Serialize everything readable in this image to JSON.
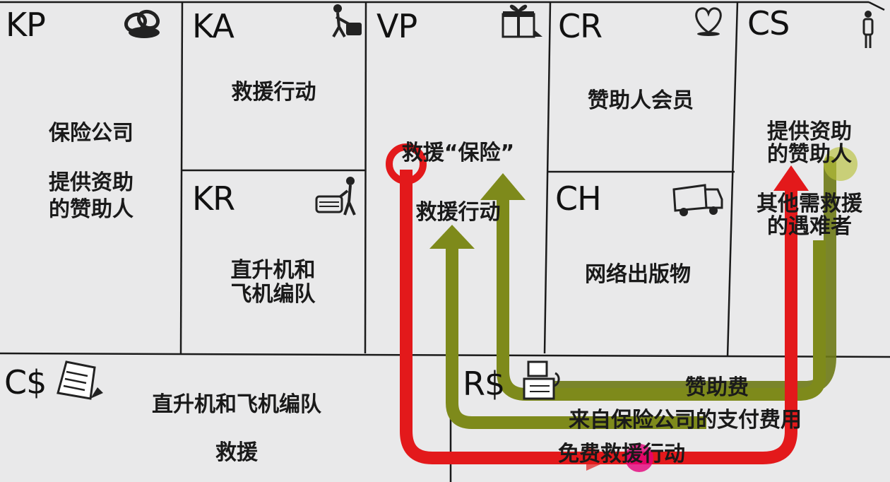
{
  "canvas": {
    "cells": {
      "kp": {
        "abbr": "KP",
        "line1": "保险公司",
        "line2": "提供资助",
        "line3": "的赞助人"
      },
      "ka": {
        "abbr": "KA",
        "text": "救援行动"
      },
      "kr": {
        "abbr": "KR",
        "line1": "直升机和",
        "line2": "飞机编队"
      },
      "vp": {
        "abbr": "VP",
        "line1": "救援“保险”",
        "line2": "救援行动"
      },
      "cr": {
        "abbr": "CR",
        "text": "赞助人会员"
      },
      "ch": {
        "abbr": "CH",
        "text": "网络出版物"
      },
      "cs": {
        "abbr": "CS",
        "line1": "提供资助",
        "line2": "的赞助人",
        "line3": "其他需救援",
        "line4": "的遇难者"
      },
      "cost": {
        "abbr": "C$",
        "line1": "直升机和飞机编队",
        "line2": "救援"
      },
      "revenue": {
        "abbr": "R$",
        "line1": "赞助费",
        "line2": "来自保险公司的支付费用",
        "line3": "免费救援行动"
      }
    }
  },
  "colors": {
    "grid": "#1a1a1a",
    "background": "#e9e9ea",
    "red_flow": "#e3191b",
    "green_flow": "#7e8a1b",
    "magenta_marker": "#e3007a"
  },
  "icons": {
    "kp": "chain-link-icon",
    "ka": "worker-pushing-icon",
    "kr": "worker-machine-icon",
    "vp": "gift-box-icon",
    "cr": "heart-icon",
    "ch": "delivery-truck-icon",
    "cs": "person-icon",
    "cost": "price-tag-icon",
    "revenue": "cash-register-icon"
  }
}
